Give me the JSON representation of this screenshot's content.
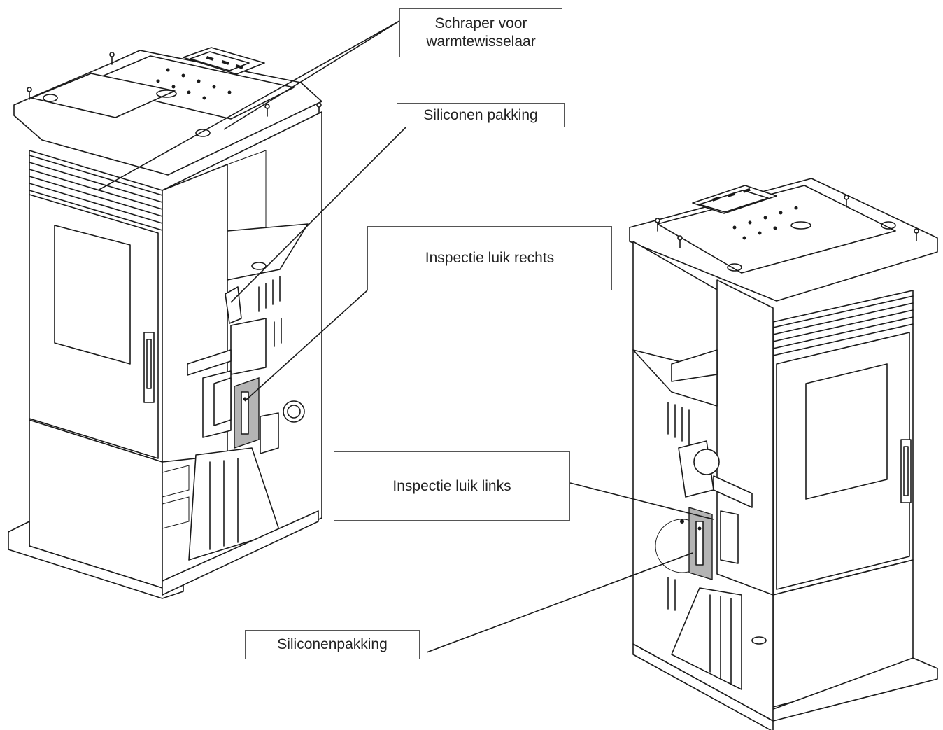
{
  "callouts": {
    "scraper": "Schraper voor\nwarmtewisselaar",
    "gasket_top": "Siliconen pakking",
    "hatch_right": "Inspectie luik rechts",
    "hatch_left": "Inspectie luik links",
    "gasket_bottom": "Siliconenpakking"
  },
  "colors": {
    "line": "#1a1a1a",
    "gasket": "#b4b4b4",
    "background": "#ffffff"
  }
}
